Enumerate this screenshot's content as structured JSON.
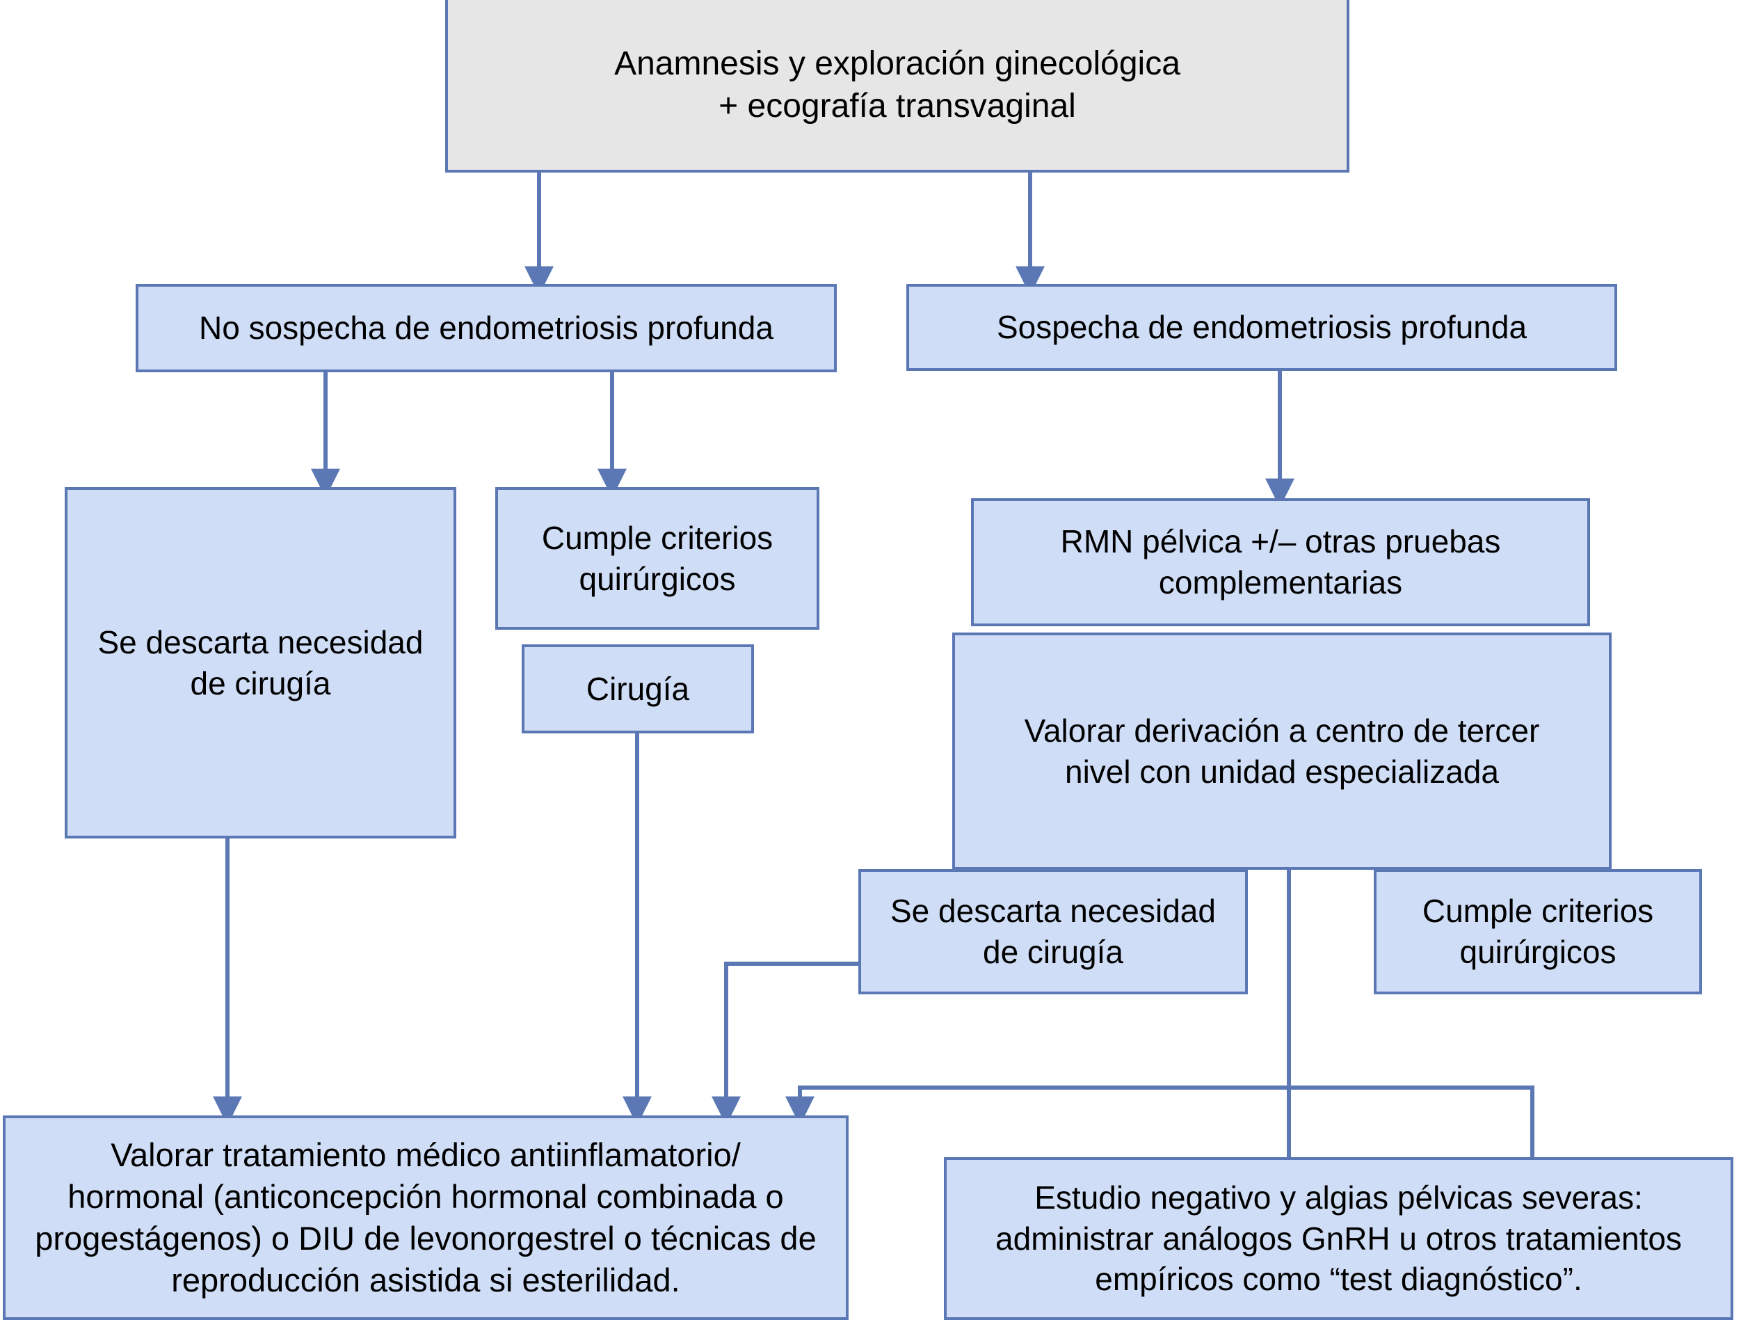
{
  "diagram": {
    "title": "Algoritmo de manejo de endometriosis",
    "colors": {
      "box_fill_blue": "#cfddf6",
      "box_fill_grey": "#e6e6e7",
      "border": "#5b78b5",
      "connector": "#5b78b5",
      "text": "#000000",
      "background": "#ffffff"
    },
    "nodes": [
      {
        "id": "anamnesis",
        "label": "Anamnesis y exploración ginecológica\n+ ecografía transvaginal",
        "fill": "grey"
      },
      {
        "id": "no-sospecha",
        "label": "No sospecha de endometriosis profunda",
        "fill": "blue"
      },
      {
        "id": "sospecha",
        "label": "Sospecha de endometriosis profunda",
        "fill": "blue"
      },
      {
        "id": "descarta-izq",
        "label": "Se descarta necesidad\nde cirugía",
        "fill": "blue"
      },
      {
        "id": "criterios-izq",
        "label": "Cumple criterios\nquirúrgicos",
        "fill": "blue"
      },
      {
        "id": "cirugia",
        "label": "Cirugía",
        "fill": "blue"
      },
      {
        "id": "rmn",
        "label": "RMN pélvica +/– otras pruebas\ncomplementarias",
        "fill": "blue"
      },
      {
        "id": "derivacion",
        "label": "Valorar derivación a centro de tercer\nnivel con unidad especializada",
        "fill": "blue"
      },
      {
        "id": "descarta-der",
        "label": "Se descarta necesidad\nde cirugía",
        "fill": "blue"
      },
      {
        "id": "criterios-der",
        "label": "Cumple criterios\nquirúrgicos",
        "fill": "blue"
      },
      {
        "id": "tratamiento",
        "label": "Valorar tratamiento médico antiinflamatorio/\nhormonal (anticoncepción hormonal combinada o\nprogestágenos) o DIU de levonorgestrel o técnicas de\nreproducción asistida si esterilidad.",
        "fill": "blue"
      },
      {
        "id": "estudio-negativo",
        "label": "Estudio negativo y algias pélvicas severas:\nadministrar análogos GnRH u otros tratamientos\nempíricos como “test diagnóstico”.",
        "fill": "blue"
      }
    ],
    "edges": [
      {
        "from": "anamnesis",
        "to": "no-sospecha",
        "arrow": true
      },
      {
        "from": "anamnesis",
        "to": "sospecha",
        "arrow": true
      },
      {
        "from": "no-sospecha",
        "to": "descarta-izq",
        "arrow": true
      },
      {
        "from": "no-sospecha",
        "to": "criterios-izq",
        "arrow": true
      },
      {
        "from": "sospecha",
        "to": "rmn",
        "arrow": true
      },
      {
        "from": "descarta-izq",
        "to": "tratamiento",
        "arrow": true
      },
      {
        "from": "cirugia",
        "to": "tratamiento",
        "arrow": true
      },
      {
        "from": "derivacion",
        "to": "descarta-der",
        "arrow": true
      },
      {
        "from": "derivacion",
        "to": "criterios-der",
        "arrow": true
      },
      {
        "from": "derivacion",
        "to": "estudio-negativo",
        "arrow": true
      },
      {
        "from": "descarta-der",
        "to": "tratamiento",
        "arrow": true
      },
      {
        "from": "criterios-der",
        "to": "tratamiento",
        "arrow": true
      }
    ]
  }
}
